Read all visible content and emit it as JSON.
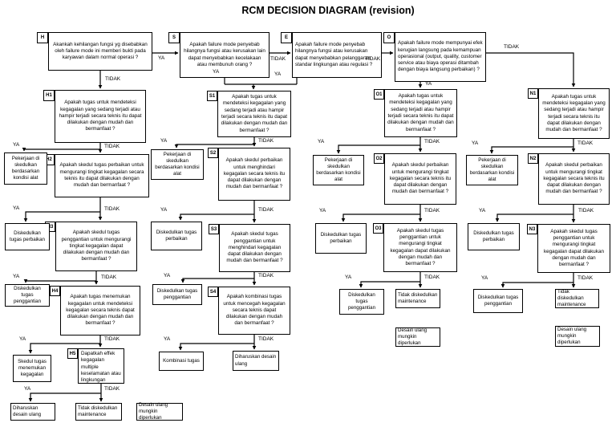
{
  "title": "RCM DECISION DIAGRAM (revision)",
  "branch_labels": {
    "yes": "YA",
    "no": "TIDAK"
  },
  "top": [
    {
      "tag": "H",
      "text": "Akankah kehilangan fungsi yg disebabkan oleh failure mode ini memberi bukti pada karyawan dalam normal operasi ?"
    },
    {
      "tag": "S",
      "text": "Apakah failure mode penyebab hilangnya fungsi atau kerusakan lain dapat menyebabkan kecelakaan atau membunuh orang ?"
    },
    {
      "tag": "E",
      "text": "Apakah failure mode penyebab hilangnya fungsi atau kerusakan dapat menyebabkan pelanggaran standar lingkungan atau regulasi ?"
    },
    {
      "tag": "O",
      "text": "Apakah failure mode mempunyai efek kerugian langsung pada kemampuan operasional (output, quality, customer service atau biaya operasi ditambah dengan biaya langsung perbaikan) ?"
    }
  ],
  "columns": {
    "h": {
      "questions": [
        {
          "tag": "H1",
          "text": "Apakah tugas untuk mendeteksi kegagalan yang sedang terjadi atau hampir terjadi secara teknis itu dapat dilakukan dengan mudah dan bermanfaat ?"
        },
        {
          "tag": "H2",
          "text": "Apakah skedul tugas perbaikan untuk mengurangi tingkat kegagalan secara teknis itu dapat dilakukan dengan mudah dan bermanfaat ?"
        },
        {
          "tag": "H3",
          "text": "Apakah skedul tugas penggantian untuk mengurangi tingkat kegagalan dapat dilakukan dengan mudah dan bermanfaat ?"
        },
        {
          "tag": "H4",
          "text": "Apakah tugas menemukan kegagalan untuk mendeteksi kegagalan secara teknis dapat dilakukan dengan mudah dan bermanfaat ?"
        },
        {
          "tag": "H5",
          "text": "Dapatkah effek kegagalan multiple keselamatan atau lingkungan"
        }
      ],
      "results": [
        "Pekerjaan di skedulkan berdasarkan kondisi alat",
        "Diskedulkan tugas perbaikan",
        "Diskedulkan tugas penggantian",
        "Skedul tugas menemukan kegagalan",
        "Diharuskan desain ulang",
        "Tidak diskedulkan maintenance",
        "Desain ulang mungkin diperlukan"
      ]
    },
    "s": {
      "questions": [
        {
          "tag": "S1",
          "text": "Apakah tugas untuk mendeteksi kegagalan yang sedang terjadi atau hampir terjadi secara teknis itu dapat dilakukan dengan mudah dan bermanfaat ?"
        },
        {
          "tag": "S2",
          "text": "Apakah skedul perbaikan untuk menghindari kegagalan secara teknis itu dapat dilakukan dengan mudah dan bermanfaat ?"
        },
        {
          "tag": "S3",
          "text": "Apakah skedul tugas penggantian untuk menghindari kegagalan dapat dilakukan dengan mudah dan bermanfaat ?"
        },
        {
          "tag": "S4",
          "text": "Apakah kombinasi tugas untuk mencegah kegagalan secara teknis dapat dilakukan dengan mudah dan bermanfaat ?"
        }
      ],
      "results": [
        "Pekerjaan di skedulkan berdasarkan kondisi alat",
        "Diskedulkan tugas perbaikan",
        "Diskedulkan tugas penggantian",
        "Kombinasi tugas",
        "Diharuskan desain ulang"
      ]
    },
    "o": {
      "questions": [
        {
          "tag": "O1",
          "text": "Apakah tugas untuk mendeteksi kegagalan yang sedang terjadi atau hampir terjadi secara teknis itu dapat dilakukan dengan mudah dan bermanfaat ?"
        },
        {
          "tag": "O2",
          "text": "Apakah skedul perbaikan untuk mengurangi tingkat kegagalan secara teknis itu dapat dilakukan dengan mudah dan bermanfaat ?"
        },
        {
          "tag": "O3",
          "text": "Apakah skedul tugas penggantian untuk mengurangi tingkat kegagalan dapat dilakukan dengan mudah dan bermanfaat ?"
        }
      ],
      "results": [
        "Pekerjaan di skedulkan berdasarkan kondisi alat",
        "Diskedulkan tugas perbaikan",
        "Diskedulkan tugas penggantian",
        "Tidak diskedulkan maintenance",
        "Desain ulang mungkin diperlukan"
      ]
    },
    "n": {
      "questions": [
        {
          "tag": "N1",
          "text": "Apakah tugas untuk mendeteksi kegagalan yang sedang terjadi atau hampir terjadi secara teknis itu dapat dilakukan dengan mudah dan bermanfaat ?"
        },
        {
          "tag": "N2",
          "text": "Apakah skedul perbaikan untuk mengurangi tingkat kegagalan secara teknis itu dapat dilakukan dengan mudah dan bermanfaat ?"
        },
        {
          "tag": "N3",
          "text": "Apakah skedul tugas penggantian untuk mengurangi tingkat kegagalan dapat dilakukan dengan mudah dan bermanfaat ?"
        }
      ],
      "results": [
        "Pekerjaan di skedulkan berdasarkan kondisi alat",
        "Diskedulkan tugas perbaikan",
        "Diskedulkan tugas penggantian",
        "Tidak diskedulkan maintenance",
        "Desain ulang mungkin diperlukan"
      ]
    }
  }
}
